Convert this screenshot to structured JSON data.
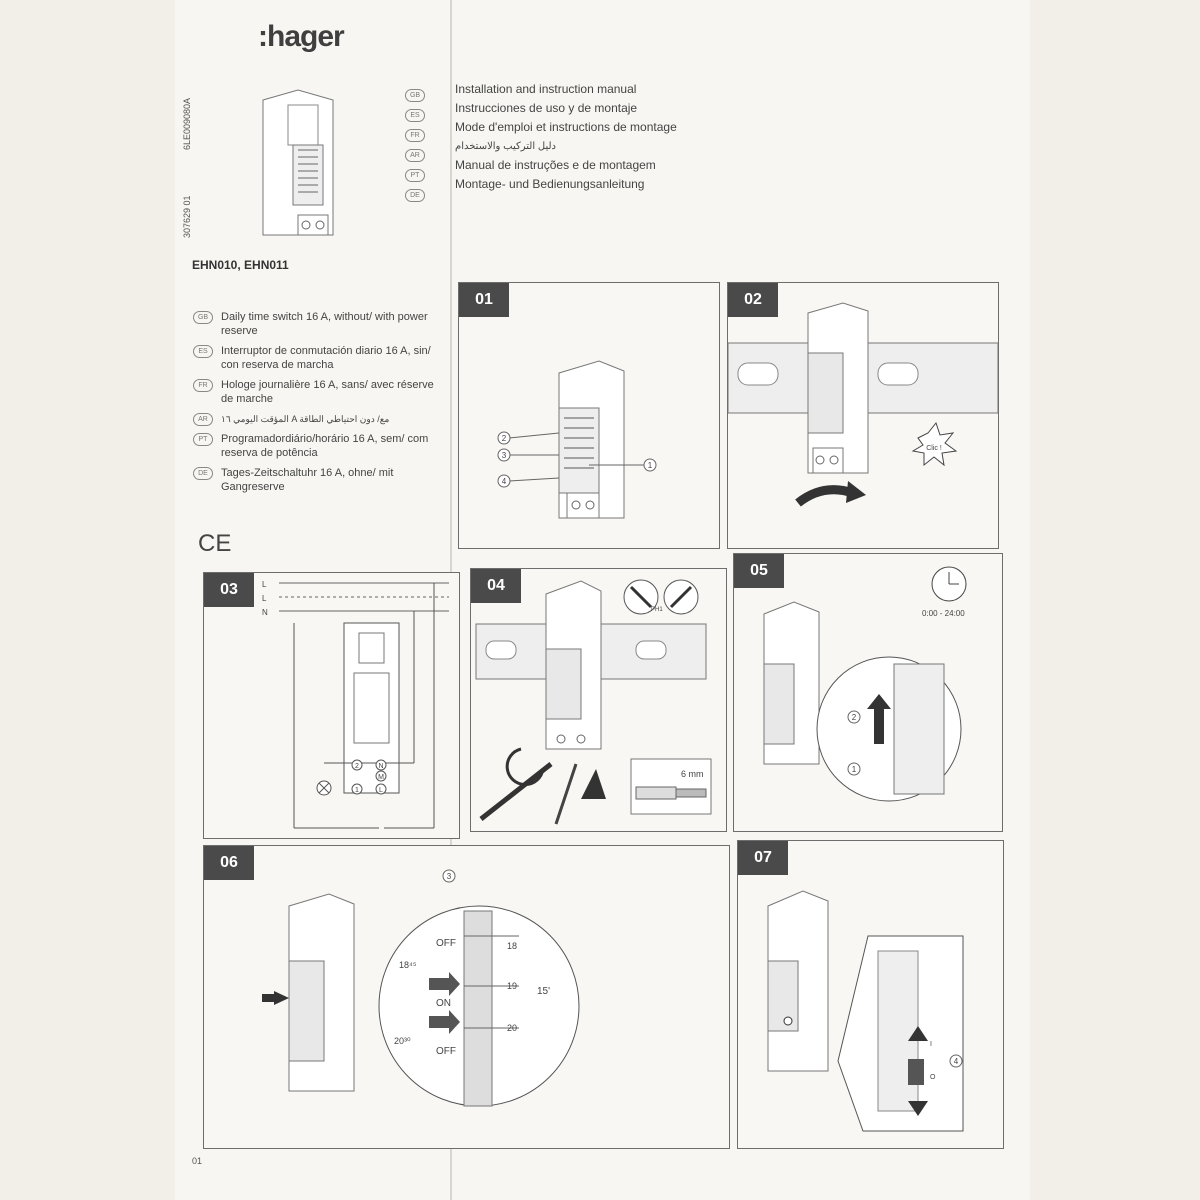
{
  "brand": {
    "logo": ":hager"
  },
  "doc_codes": {
    "code_a": "6LE009080A",
    "code_b": "307629 01"
  },
  "manual_titles": [
    {
      "lang": "GB",
      "text": "Installation and instruction manual"
    },
    {
      "lang": "ES",
      "text": "Instrucciones de uso y de montaje"
    },
    {
      "lang": "FR",
      "text": "Mode d'emploi et instructions de montage"
    },
    {
      "lang": "AR",
      "text": "دليل التركيب والاستخدام"
    },
    {
      "lang": "PT",
      "text": "Manual de instruções e de montagem"
    },
    {
      "lang": "DE",
      "text": "Montage- und Bedienungsanleitung"
    }
  ],
  "model": "EHN010, EHN011",
  "descriptions": [
    {
      "lang": "GB",
      "text": "Daily time switch 16 A, without/ with power reserve"
    },
    {
      "lang": "ES",
      "text": "Interruptor de conmutación diario 16 A, sin/ con reserva de marcha"
    },
    {
      "lang": "FR",
      "text": "Hologe journalière 16 A, sans/ avec réserve de marche"
    },
    {
      "lang": "AR",
      "text": "المؤقت اليومي ١٦ A مع/ دون احتياطي الطاقة"
    },
    {
      "lang": "PT",
      "text": "Programadordiário/horário 16 A, sem/ com reserva de potência"
    },
    {
      "lang": "DE",
      "text": "Tages-Zeitschaltuhr 16 A, ohne/ mit Gangreserve"
    }
  ],
  "ce_mark": "CE",
  "steps": {
    "s01": {
      "num": "01",
      "callouts": [
        "2",
        "3",
        "4",
        "1"
      ]
    },
    "s02": {
      "num": "02",
      "click": "Clic !"
    },
    "s03": {
      "num": "03",
      "lines": [
        "L",
        "L",
        "N"
      ],
      "terminals": [
        "2",
        "N",
        "M",
        "1",
        "L"
      ]
    },
    "s04": {
      "num": "04",
      "tool": "PH1",
      "strip": "6 mm"
    },
    "s05": {
      "num": "05",
      "range": "0:00 - 24:00",
      "callouts": [
        "2",
        "1"
      ]
    },
    "s06": {
      "num": "06",
      "callout": "3",
      "off1": "OFF",
      "on": "ON",
      "off2": "OFF",
      "t1": "18",
      "t2": "19",
      "t3": "20",
      "start": "18⁴⁵",
      "end": "20³⁰",
      "minutes": "15'"
    },
    "s07": {
      "num": "07",
      "callout": "4",
      "pos_i": "I",
      "pos_o": "O"
    }
  },
  "page_number": "01"
}
